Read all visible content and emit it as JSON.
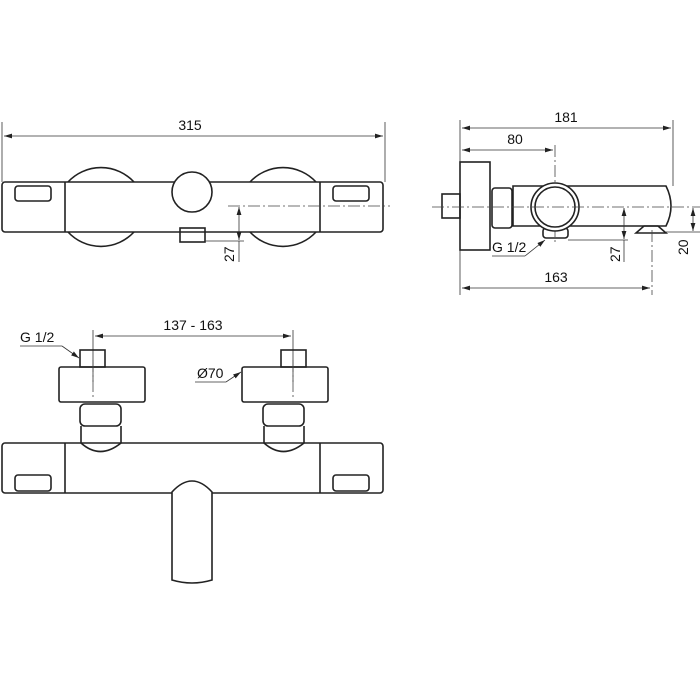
{
  "drawing": {
    "top_view": {
      "width_label": "315",
      "height_offset_label": "27"
    },
    "side_view": {
      "depth_label": "181",
      "center_label": "80",
      "outlet_label": "163",
      "thread_label": "G 1/2",
      "offset_label": "27",
      "outlet_height_label": "20"
    },
    "front_view": {
      "spacing_label": "137 - 163",
      "thread_label": "G 1/2",
      "flange_diameter_label": "Ø70"
    }
  }
}
